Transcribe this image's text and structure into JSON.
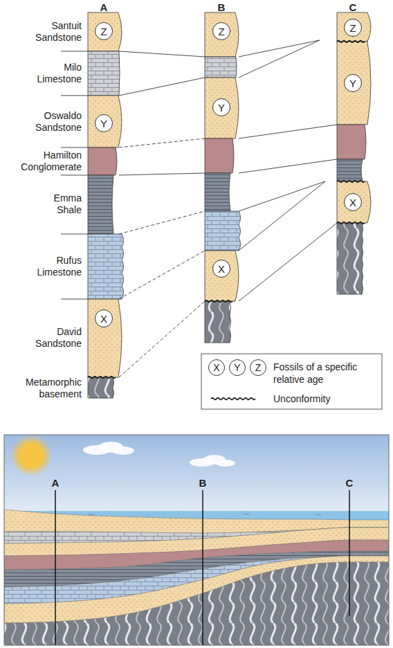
{
  "diagram": {
    "nodes": [
      {
        "text": [
          "Z"
        ]
      },
      {
        "text": [
          "Y"
        ]
      },
      {
        "text": [
          "X"
        ]
      },
      {
        "text": [
          "Z"
        ]
      },
      {
        "text": [
          "Y"
        ]
      },
      {
        "text": [
          "X"
        ]
      },
      {
        "text": [
          "Z"
        ]
      },
      {
        "text": [
          "Y"
        ]
      },
      {
        "text": [
          "X"
        ]
      }
    ],
    "labels": [
      "A",
      "B",
      "C",
      "Santuit Sandstone",
      "Milo Limestone",
      "Oswaldo Sandstone",
      "Hamilton Conglomerate",
      "Emma Shale",
      "Rufus Limestone",
      "David Sandstone",
      "Metamorphic basement",
      "X",
      "Y",
      "Z",
      "A",
      "B",
      "C"
    ],
    "legend": [
      {
        "text": "Fossils of a specific relative age"
      },
      {
        "text": "Unconformity"
      }
    ]
  }
}
